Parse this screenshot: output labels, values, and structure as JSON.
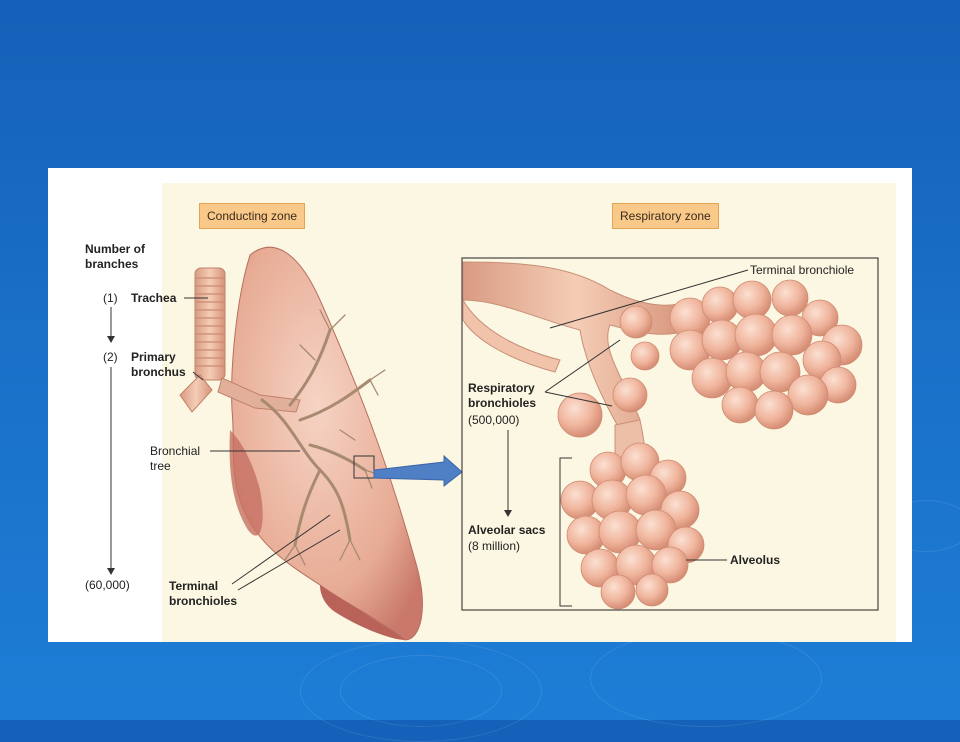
{
  "zones": {
    "conducting": "Conducting zone",
    "respiratory": "Respiratory zone"
  },
  "branches": {
    "heading_line1": "Number of",
    "heading_line2": "branches",
    "count1": "(1)",
    "count2": "(2)",
    "count3": "(60,000)"
  },
  "labels": {
    "trachea": "Trachea",
    "primary_bronchus_1": "Primary",
    "primary_bronchus_2": "bronchus",
    "bronchial_tree_1": "Bronchial",
    "bronchial_tree_2": "tree",
    "terminal_bronchioles_1": "Terminal",
    "terminal_bronchioles_2": "bronchioles",
    "terminal_bronchiole": "Terminal bronchiole",
    "respiratory_bronchioles_1": "Respiratory",
    "respiratory_bronchioles_2": "bronchioles",
    "respiratory_bronchioles_count": "(500,000)",
    "alveolar_sacs": "Alveolar sacs",
    "alveolar_sacs_count": "(8 million)",
    "alveolus": "Alveolus"
  },
  "colors": {
    "slide_background": "#1a6fc6",
    "figure_background": "#fcf7e2",
    "zone_label_fill": "#f9c98a",
    "tissue": "#e9a98e",
    "arrow": "#4f7fc4"
  }
}
